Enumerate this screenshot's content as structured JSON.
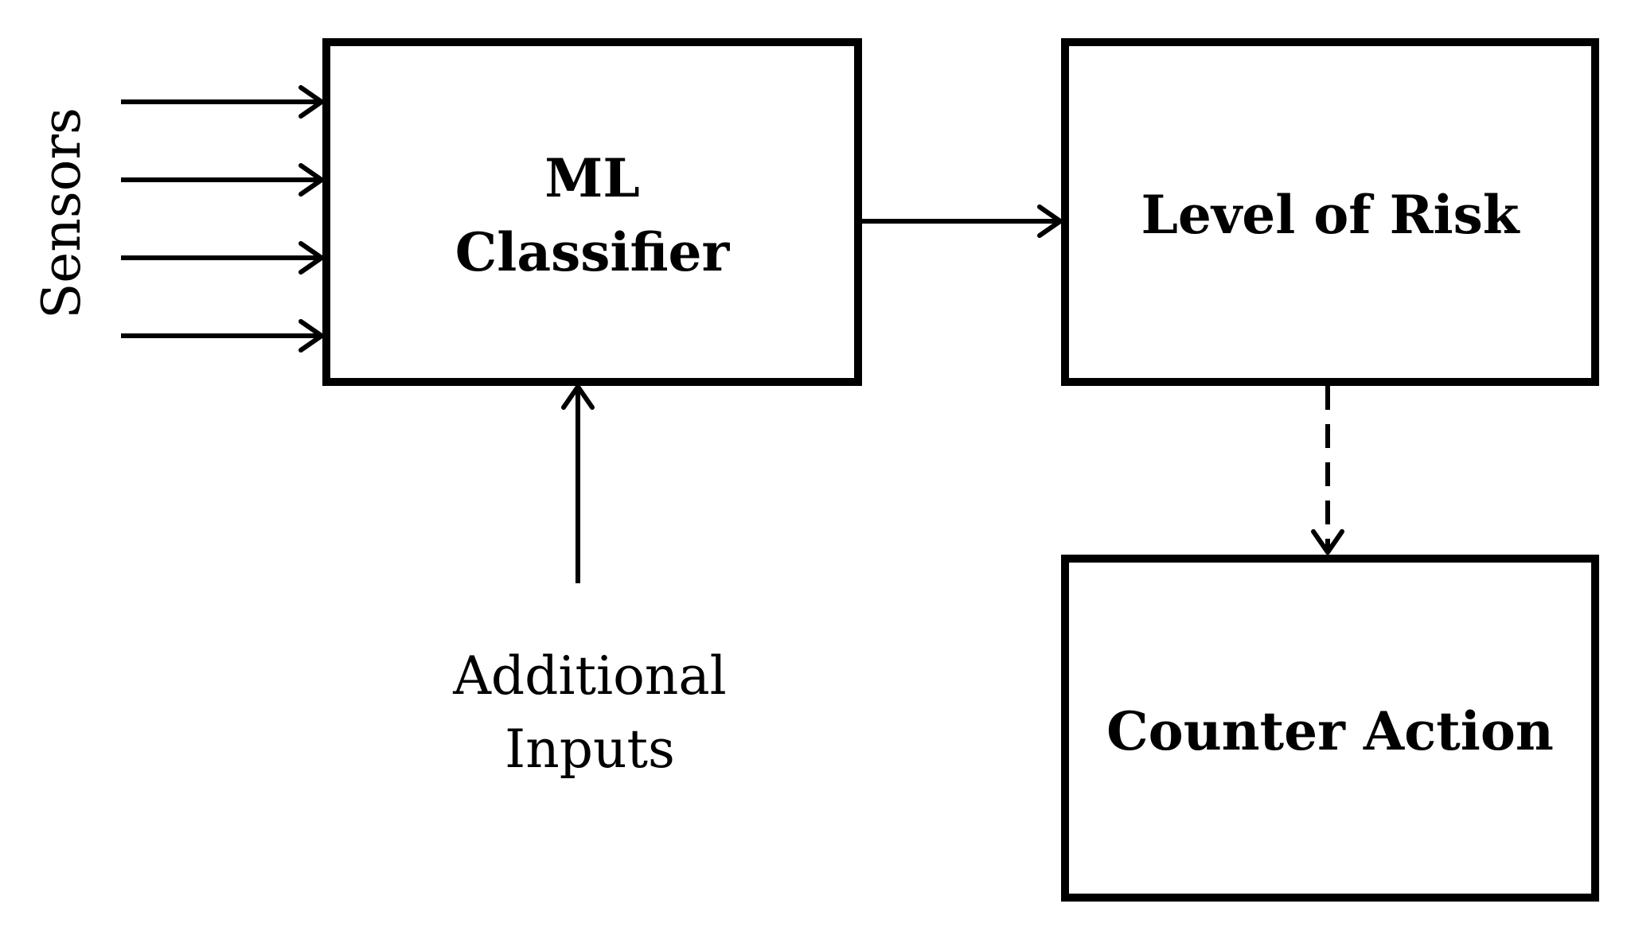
{
  "nodes": {
    "ml_classifier": {
      "line1": "ML",
      "line2": "Classifier"
    },
    "level_of_risk": {
      "label": "Level of Risk"
    },
    "counter_action": {
      "label": "Counter Action"
    }
  },
  "inputs": {
    "sensors": {
      "label": "Sensors",
      "arrow_count": 4
    },
    "additional": {
      "line1": "Additional",
      "line2": "Inputs"
    }
  },
  "edges": [
    {
      "from": "Sensors",
      "to": "ML Classifier",
      "style": "solid"
    },
    {
      "from": "Additional Inputs",
      "to": "ML Classifier",
      "style": "solid"
    },
    {
      "from": "ML Classifier",
      "to": "Level of Risk",
      "style": "solid"
    },
    {
      "from": "Level of Risk",
      "to": "Counter Action",
      "style": "dashed"
    }
  ],
  "colors": {
    "stroke": "#000000",
    "background": "#ffffff"
  }
}
